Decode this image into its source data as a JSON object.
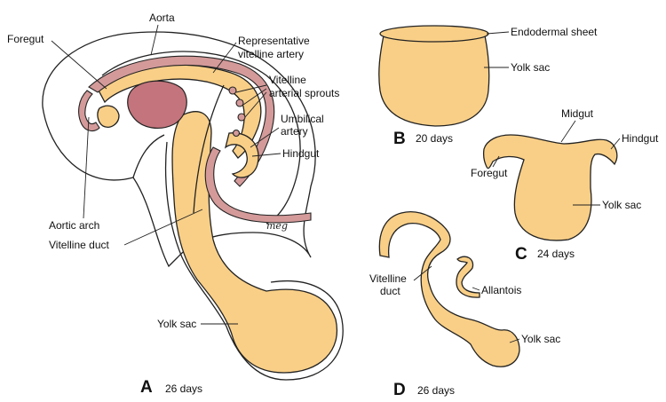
{
  "colors": {
    "endoderm_fill": "#f9cf87",
    "artery_fill": "#d49a9a",
    "heart_fill": "#c3747c",
    "outline": "#222222",
    "background": "#ffffff"
  },
  "panels": {
    "a": {
      "letter": "A",
      "age": "26 days",
      "signature": "meg",
      "labels": {
        "aorta": "Aorta",
        "foregut": "Foregut",
        "representative_artery_1": "Representative",
        "representative_artery_2": "vitelline artery",
        "sprouts_1": "Vitelline",
        "sprouts_2": "arterial sprouts",
        "umbilical_1": "Umbilical",
        "umbilical_2": "artery",
        "hindgut": "Hindgut",
        "aortic_arch": "Aortic arch",
        "vitelline_duct": "Vitelline duct",
        "yolk_sac": "Yolk sac"
      }
    },
    "b": {
      "letter": "B",
      "age": "20 days",
      "labels": {
        "endodermal_sheet": "Endodermal sheet",
        "yolk_sac": "Yolk sac"
      }
    },
    "c": {
      "letter": "C",
      "age": "24 days",
      "labels": {
        "midgut": "Midgut",
        "hindgut": "Hindgut",
        "foregut": "Foregut",
        "yolk_sac": "Yolk sac"
      }
    },
    "d": {
      "letter": "D",
      "age": "26 days",
      "labels": {
        "vitelline_duct_1": "Vitelline",
        "vitelline_duct_2": "duct",
        "allantois": "Allantois",
        "yolk_sac": "Yolk sac"
      }
    }
  }
}
